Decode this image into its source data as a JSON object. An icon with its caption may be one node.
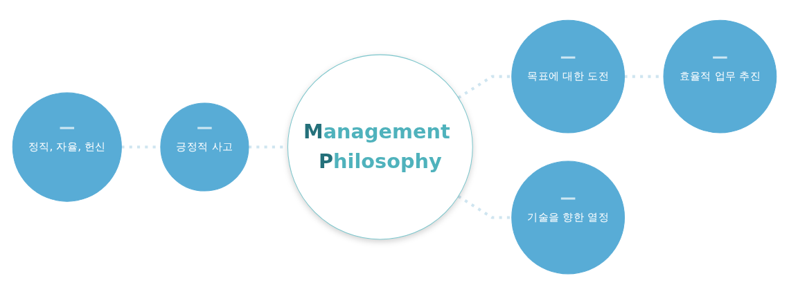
{
  "diagram": {
    "nodes": [
      {
        "text": [
          "정직, 자율, 헌신"
        ]
      },
      {
        "text": [
          "긍정적 사고"
        ]
      },
      {
        "text": [
          "Management Philosophy"
        ]
      },
      {
        "text": [
          "목표에 대한 도전"
        ]
      },
      {
        "text": [
          "효율적 업무 추진"
        ]
      },
      {
        "text": [
          "기술을 향한 열정"
        ]
      }
    ],
    "edges": [
      {
        "from": 0,
        "to": 1,
        "arrow": "none",
        "style": "dashed"
      },
      {
        "from": 1,
        "to": 2,
        "arrow": "none",
        "style": "dashed"
      },
      {
        "from": 2,
        "to": 3,
        "arrow": "none",
        "style": "dashed"
      },
      {
        "from": 3,
        "to": 4,
        "arrow": "none",
        "style": "dashed"
      },
      {
        "from": 2,
        "to": 5,
        "arrow": "none",
        "style": "dashed"
      }
    ]
  }
}
